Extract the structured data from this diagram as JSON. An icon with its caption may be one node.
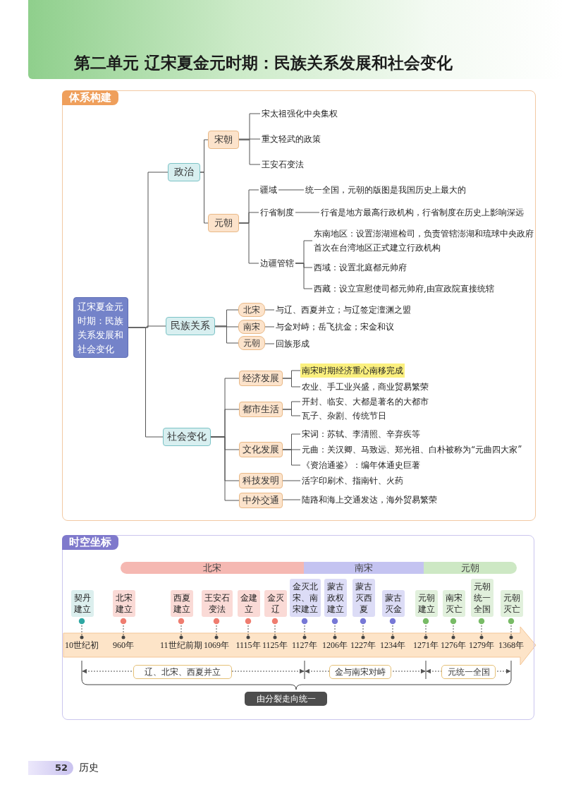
{
  "diagram": {
    "title": "第二单元 辽宋夏金元时期：民族关系发展和社会变化",
    "nodes": [
      {
        "text": [
          "体系构建"
        ]
      },
      {
        "text": [
          "辽宋夏金元时期：民族关系发展和社会变化"
        ],
        "in": 0
      },
      {
        "text": [
          "政治"
        ],
        "in": 0
      },
      {
        "text": [
          "宋朝"
        ],
        "in": 0
      },
      {
        "text": [
          "宋太祖强化中央集权"
        ],
        "in": 0
      },
      {
        "text": [
          "重文轻武的政策"
        ],
        "in": 0
      },
      {
        "text": [
          "王安石变法"
        ],
        "in": 0
      },
      {
        "text": [
          "元朝"
        ],
        "in": 0
      },
      {
        "text": [
          "疆域"
        ],
        "in": 0
      },
      {
        "text": [
          "统一全国，元朝的版图是我国历史上最大的"
        ],
        "in": 0
      },
      {
        "text": [
          "行省制度"
        ],
        "in": 0
      },
      {
        "text": [
          "行省是地方最高行政机构，行省制度在历史上影响深远"
        ],
        "in": 0
      },
      {
        "text": [
          "边疆管辖"
        ],
        "in": 0
      },
      {
        "text": [
          "东南地区：设置澎湖巡检司，负责管辖澎湖和琉球中央政府首次在台湾地区正式建立行政机构"
        ],
        "in": 0
      },
      {
        "text": [
          "西域：设置北庭都元帅府"
        ],
        "in": 0
      },
      {
        "text": [
          "西藏：设立宣慰使司都元帅府,由宣政院直接统辖"
        ],
        "in": 0
      },
      {
        "text": [
          "民族关系"
        ],
        "in": 0
      },
      {
        "text": [
          "北宋"
        ],
        "in": 0
      },
      {
        "text": [
          "与辽、西夏并立；与辽签定澶渊之盟"
        ],
        "in": 0
      },
      {
        "text": [
          "南宋"
        ],
        "in": 0
      },
      {
        "text": [
          "与金对峙；岳飞抗金；宋金和议"
        ],
        "in": 0
      },
      {
        "text": [
          "元朝"
        ],
        "in": 0
      },
      {
        "text": [
          "回族形成"
        ],
        "in": 0
      },
      {
        "text": [
          "社会变化"
        ],
        "in": 0
      },
      {
        "text": [
          "经济发展"
        ],
        "in": 0
      },
      {
        "text": [
          "南宋时期经济重心南移完成"
        ],
        "in": 0
      },
      {
        "text": [
          "农业、手工业兴盛，商业贸易繁荣"
        ],
        "in": 0
      },
      {
        "text": [
          "都市生活"
        ],
        "in": 0
      },
      {
        "text": [
          "开封、临安、大都是著名的大都市"
        ],
        "in": 0
      },
      {
        "text": [
          "瓦子、杂剧、传统节日"
        ],
        "in": 0
      },
      {
        "text": [
          "文化发展"
        ],
        "in": 0
      },
      {
        "text": [
          "宋词：苏轼、李清照、辛弃疾等"
        ],
        "in": 0
      },
      {
        "text": [
          "元曲：关汉卿、马致远、郑光祖、白朴被称为“元曲四大家”"
        ],
        "in": 0
      },
      {
        "text": [
          "《资治通鉴》：编年体通史巨著"
        ],
        "in": 0
      },
      {
        "text": [
          "科技发明"
        ],
        "in": 0
      },
      {
        "text": [
          "活字印刷术、指南针、火药"
        ],
        "in": 0
      },
      {
        "text": [
          "中外交通"
        ],
        "in": 0
      },
      {
        "text": [
          "陆路和海上交通发达，海外贸易繁荣"
        ],
        "in": 0
      },
      {
        "text": [
          "时空坐标"
        ]
      },
      {
        "text": [
          "北宋"
        ],
        "in": 38
      },
      {
        "text": [
          "南宋"
        ],
        "in": 38
      },
      {
        "text": [
          "元朝"
        ],
        "in": 38
      },
      {
        "text": [
          "契丹建立"
        ],
        "in": 38,
        "beside": [
          "10世纪初"
        ]
      },
      {
        "text": [
          "北宋建立"
        ],
        "in": 38,
        "beside": [
          "960年"
        ]
      },
      {
        "text": [
          "西夏建立"
        ],
        "in": 38,
        "beside": [
          "11世纪前期"
        ]
      },
      {
        "text": [
          "王安石变法"
        ],
        "in": 38,
        "beside": [
          "1069年"
        ]
      },
      {
        "text": [
          "金建立"
        ],
        "in": 38,
        "beside": [
          "1115年"
        ]
      },
      {
        "text": [
          "金灭辽"
        ],
        "in": 38,
        "beside": [
          "1125年"
        ]
      },
      {
        "text": [
          "金灭北宋、南宋建立"
        ],
        "in": 38,
        "beside": [
          "1127年"
        ]
      },
      {
        "text": [
          "蒙古政权建立"
        ],
        "in": 38,
        "beside": [
          "1206年"
        ]
      },
      {
        "text": [
          "蒙古灭西夏"
        ],
        "in": 38,
        "beside": [
          "1227年"
        ]
      },
      {
        "text": [
          "蒙古灭金"
        ],
        "in": 38,
        "beside": [
          "1234年"
        ]
      },
      {
        "text": [
          "元朝建立"
        ],
        "in": 38,
        "beside": [
          "1271年"
        ]
      },
      {
        "text": [
          "南宋灭亡"
        ],
        "in": 38,
        "beside": [
          "1276年"
        ]
      },
      {
        "text": [
          "元朝统一全国"
        ],
        "in": 38,
        "beside": [
          "1279年"
        ]
      },
      {
        "text": [
          "元朝灭亡"
        ],
        "in": 38,
        "beside": [
          "1368年"
        ]
      },
      {
        "text": [
          "辽、北宋、西夏并立"
        ],
        "in": 38
      },
      {
        "text": [
          "金与南宋对峙"
        ],
        "in": 38
      },
      {
        "text": [
          "元统一全国"
        ],
        "in": 38
      },
      {
        "text": [
          "由分裂走向统一"
        ],
        "in": 38
      }
    ],
    "edges": [
      {
        "from": 1,
        "to": 2,
        "arrow": "none"
      },
      {
        "from": 1,
        "to": 16,
        "arrow": "none"
      },
      {
        "from": 1,
        "to": 23,
        "arrow": "none"
      },
      {
        "from": 2,
        "to": 3,
        "arrow": "none"
      },
      {
        "from": 2,
        "to": 7,
        "arrow": "none"
      },
      {
        "from": 3,
        "to": 4,
        "arrow": "none"
      },
      {
        "from": 3,
        "to": 5,
        "arrow": "none"
      },
      {
        "from": 3,
        "to": 6,
        "arrow": "none"
      },
      {
        "from": 7,
        "to": 8,
        "arrow": "none"
      },
      {
        "from": 7,
        "to": 10,
        "arrow": "none"
      },
      {
        "from": 7,
        "to": 12,
        "arrow": "none"
      },
      {
        "from": 8,
        "to": 9,
        "arrow": "none"
      },
      {
        "from": 10,
        "to": 11,
        "arrow": "none"
      },
      {
        "from": 12,
        "to": 13,
        "arrow": "none"
      },
      {
        "from": 12,
        "to": 14,
        "arrow": "none"
      },
      {
        "from": 12,
        "to": 15,
        "arrow": "none"
      },
      {
        "from": 16,
        "to": 17,
        "arrow": "none"
      },
      {
        "from": 16,
        "to": 19,
        "arrow": "none"
      },
      {
        "from": 16,
        "to": 21,
        "arrow": "none"
      },
      {
        "from": 17,
        "to": 18,
        "arrow": "none"
      },
      {
        "from": 19,
        "to": 20,
        "arrow": "none"
      },
      {
        "from": 21,
        "to": 22,
        "arrow": "none"
      },
      {
        "from": 23,
        "to": 24,
        "arrow": "none"
      },
      {
        "from": 23,
        "to": 27,
        "arrow": "none"
      },
      {
        "from": 23,
        "to": 30,
        "arrow": "none"
      },
      {
        "from": 23,
        "to": 34,
        "arrow": "none"
      },
      {
        "from": 23,
        "to": 36,
        "arrow": "none"
      },
      {
        "from": 24,
        "to": 25,
        "arrow": "none"
      },
      {
        "from": 24,
        "to": 26,
        "arrow": "none"
      },
      {
        "from": 27,
        "to": 28,
        "arrow": "none"
      },
      {
        "from": 27,
        "to": 29,
        "arrow": "none"
      },
      {
        "from": 30,
        "to": 31,
        "arrow": "none"
      },
      {
        "from": 30,
        "to": 32,
        "arrow": "none"
      },
      {
        "from": 30,
        "to": 33,
        "arrow": "none"
      },
      {
        "from": 34,
        "to": 35,
        "arrow": "none"
      },
      {
        "from": 36,
        "to": 37,
        "arrow": "none"
      }
    ],
    "labels": [
      "52",
      "历史"
    ]
  }
}
